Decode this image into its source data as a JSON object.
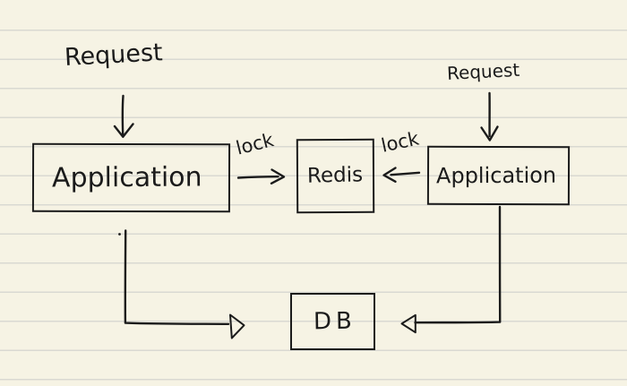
{
  "page": {
    "paper_color": "#f6f3e4",
    "rule_line_color": "#d9d9d2",
    "ink_color": "#1b1b1b"
  },
  "diagram": {
    "type": "hand-drawn-architecture-sketch",
    "nodes": [
      {
        "id": "app_left",
        "label": "Application"
      },
      {
        "id": "redis",
        "label": "Redis"
      },
      {
        "id": "app_right",
        "label": "Application"
      },
      {
        "id": "db",
        "label": "DB"
      }
    ],
    "labels": {
      "request_left": "Request",
      "request_right": "Request",
      "lock_left": "lock",
      "lock_right": "lock"
    },
    "edges": [
      {
        "from": "request_left",
        "to": "app_left",
        "label": "",
        "head": "chevron"
      },
      {
        "from": "app_left",
        "to": "redis",
        "label": "lock",
        "head": "chevron"
      },
      {
        "from": "app_right",
        "to": "redis",
        "label": "lock",
        "head": "chevron"
      },
      {
        "from": "request_right",
        "to": "app_right",
        "label": "",
        "head": "chevron"
      },
      {
        "from": "app_left",
        "to": "db",
        "label": "",
        "head": "open-triangle"
      },
      {
        "from": "app_right",
        "to": "db",
        "label": "",
        "head": "open-triangle"
      }
    ]
  }
}
